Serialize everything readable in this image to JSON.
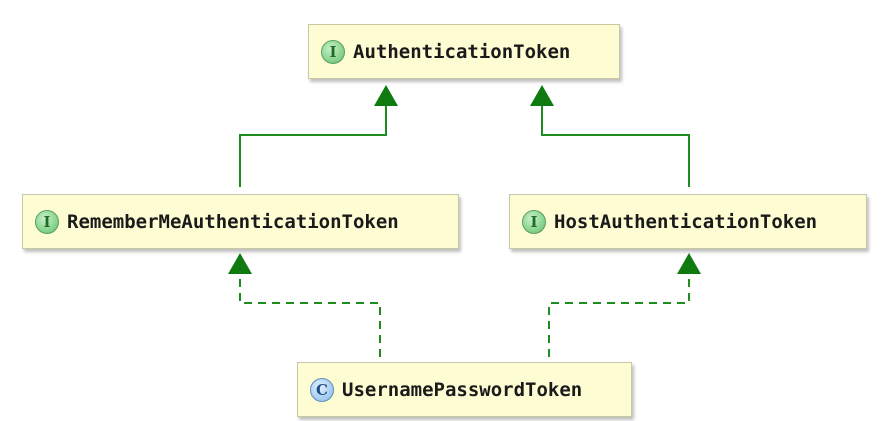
{
  "diagram": {
    "nodes": [
      {
        "id": "authentication-token",
        "kind": "interface",
        "badge": "I",
        "label": "AuthenticationToken"
      },
      {
        "id": "remember-me-token",
        "kind": "interface",
        "badge": "I",
        "label": "RememberMeAuthenticationToken"
      },
      {
        "id": "host-token",
        "kind": "interface",
        "badge": "I",
        "label": "HostAuthenticationToken"
      },
      {
        "id": "username-password-token",
        "kind": "class",
        "badge": "C",
        "label": "UsernamePasswordToken"
      }
    ],
    "edges": [
      {
        "from": "remember-me-token",
        "to": "authentication-token",
        "type": "extends",
        "style": "solid"
      },
      {
        "from": "host-token",
        "to": "authentication-token",
        "type": "extends",
        "style": "solid"
      },
      {
        "from": "username-password-token",
        "to": "remember-me-token",
        "type": "implements",
        "style": "dashed"
      },
      {
        "from": "username-password-token",
        "to": "host-token",
        "type": "implements",
        "style": "dashed"
      }
    ],
    "colors": {
      "edge": "#1e8c1e",
      "arrowhead": "#0f7a0f",
      "node_fill": "#fdfcd2",
      "interface_badge": "#7fcf85",
      "class_badge": "#9fc9ef"
    }
  }
}
